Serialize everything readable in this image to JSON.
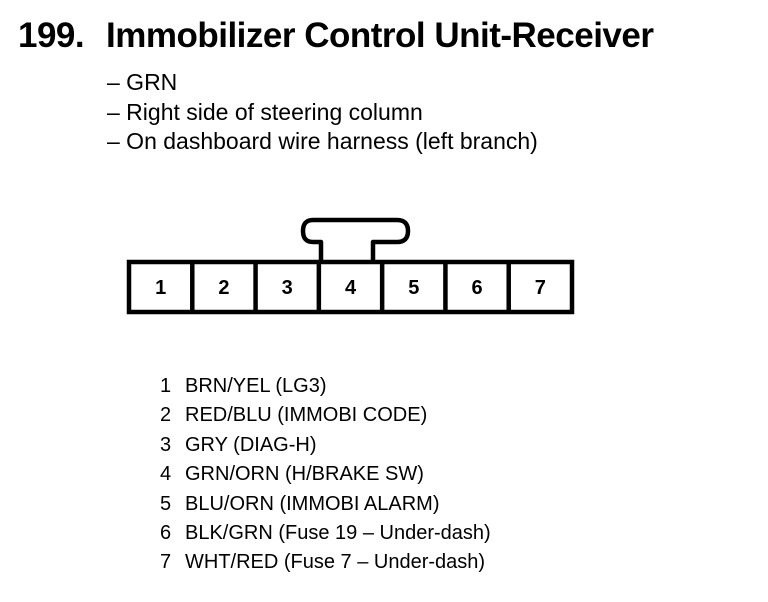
{
  "title": {
    "number": "199.",
    "text": "Immobilizer Control Unit-Receiver"
  },
  "notes": [
    "– GRN",
    "– Right side of steering column",
    "– On dashboard wire harness (left branch)"
  ],
  "connector": {
    "pins": [
      "1",
      "2",
      "3",
      "4",
      "5",
      "6",
      "7"
    ]
  },
  "pinout": [
    {
      "pin": "1",
      "desc": "BRN/YEL (LG3)"
    },
    {
      "pin": "2",
      "desc": "RED/BLU (IMMOBI CODE)"
    },
    {
      "pin": "3",
      "desc": "GRY (DIAG-H)"
    },
    {
      "pin": "4",
      "desc": "GRN/ORN (H/BRAKE SW)"
    },
    {
      "pin": "5",
      "desc": "BLU/ORN (IMMOBI ALARM)"
    },
    {
      "pin": "6",
      "desc": "BLK/GRN (Fuse 19 – Under-dash)"
    },
    {
      "pin": "7",
      "desc": "WHT/RED (Fuse 7 – Under-dash)"
    }
  ]
}
